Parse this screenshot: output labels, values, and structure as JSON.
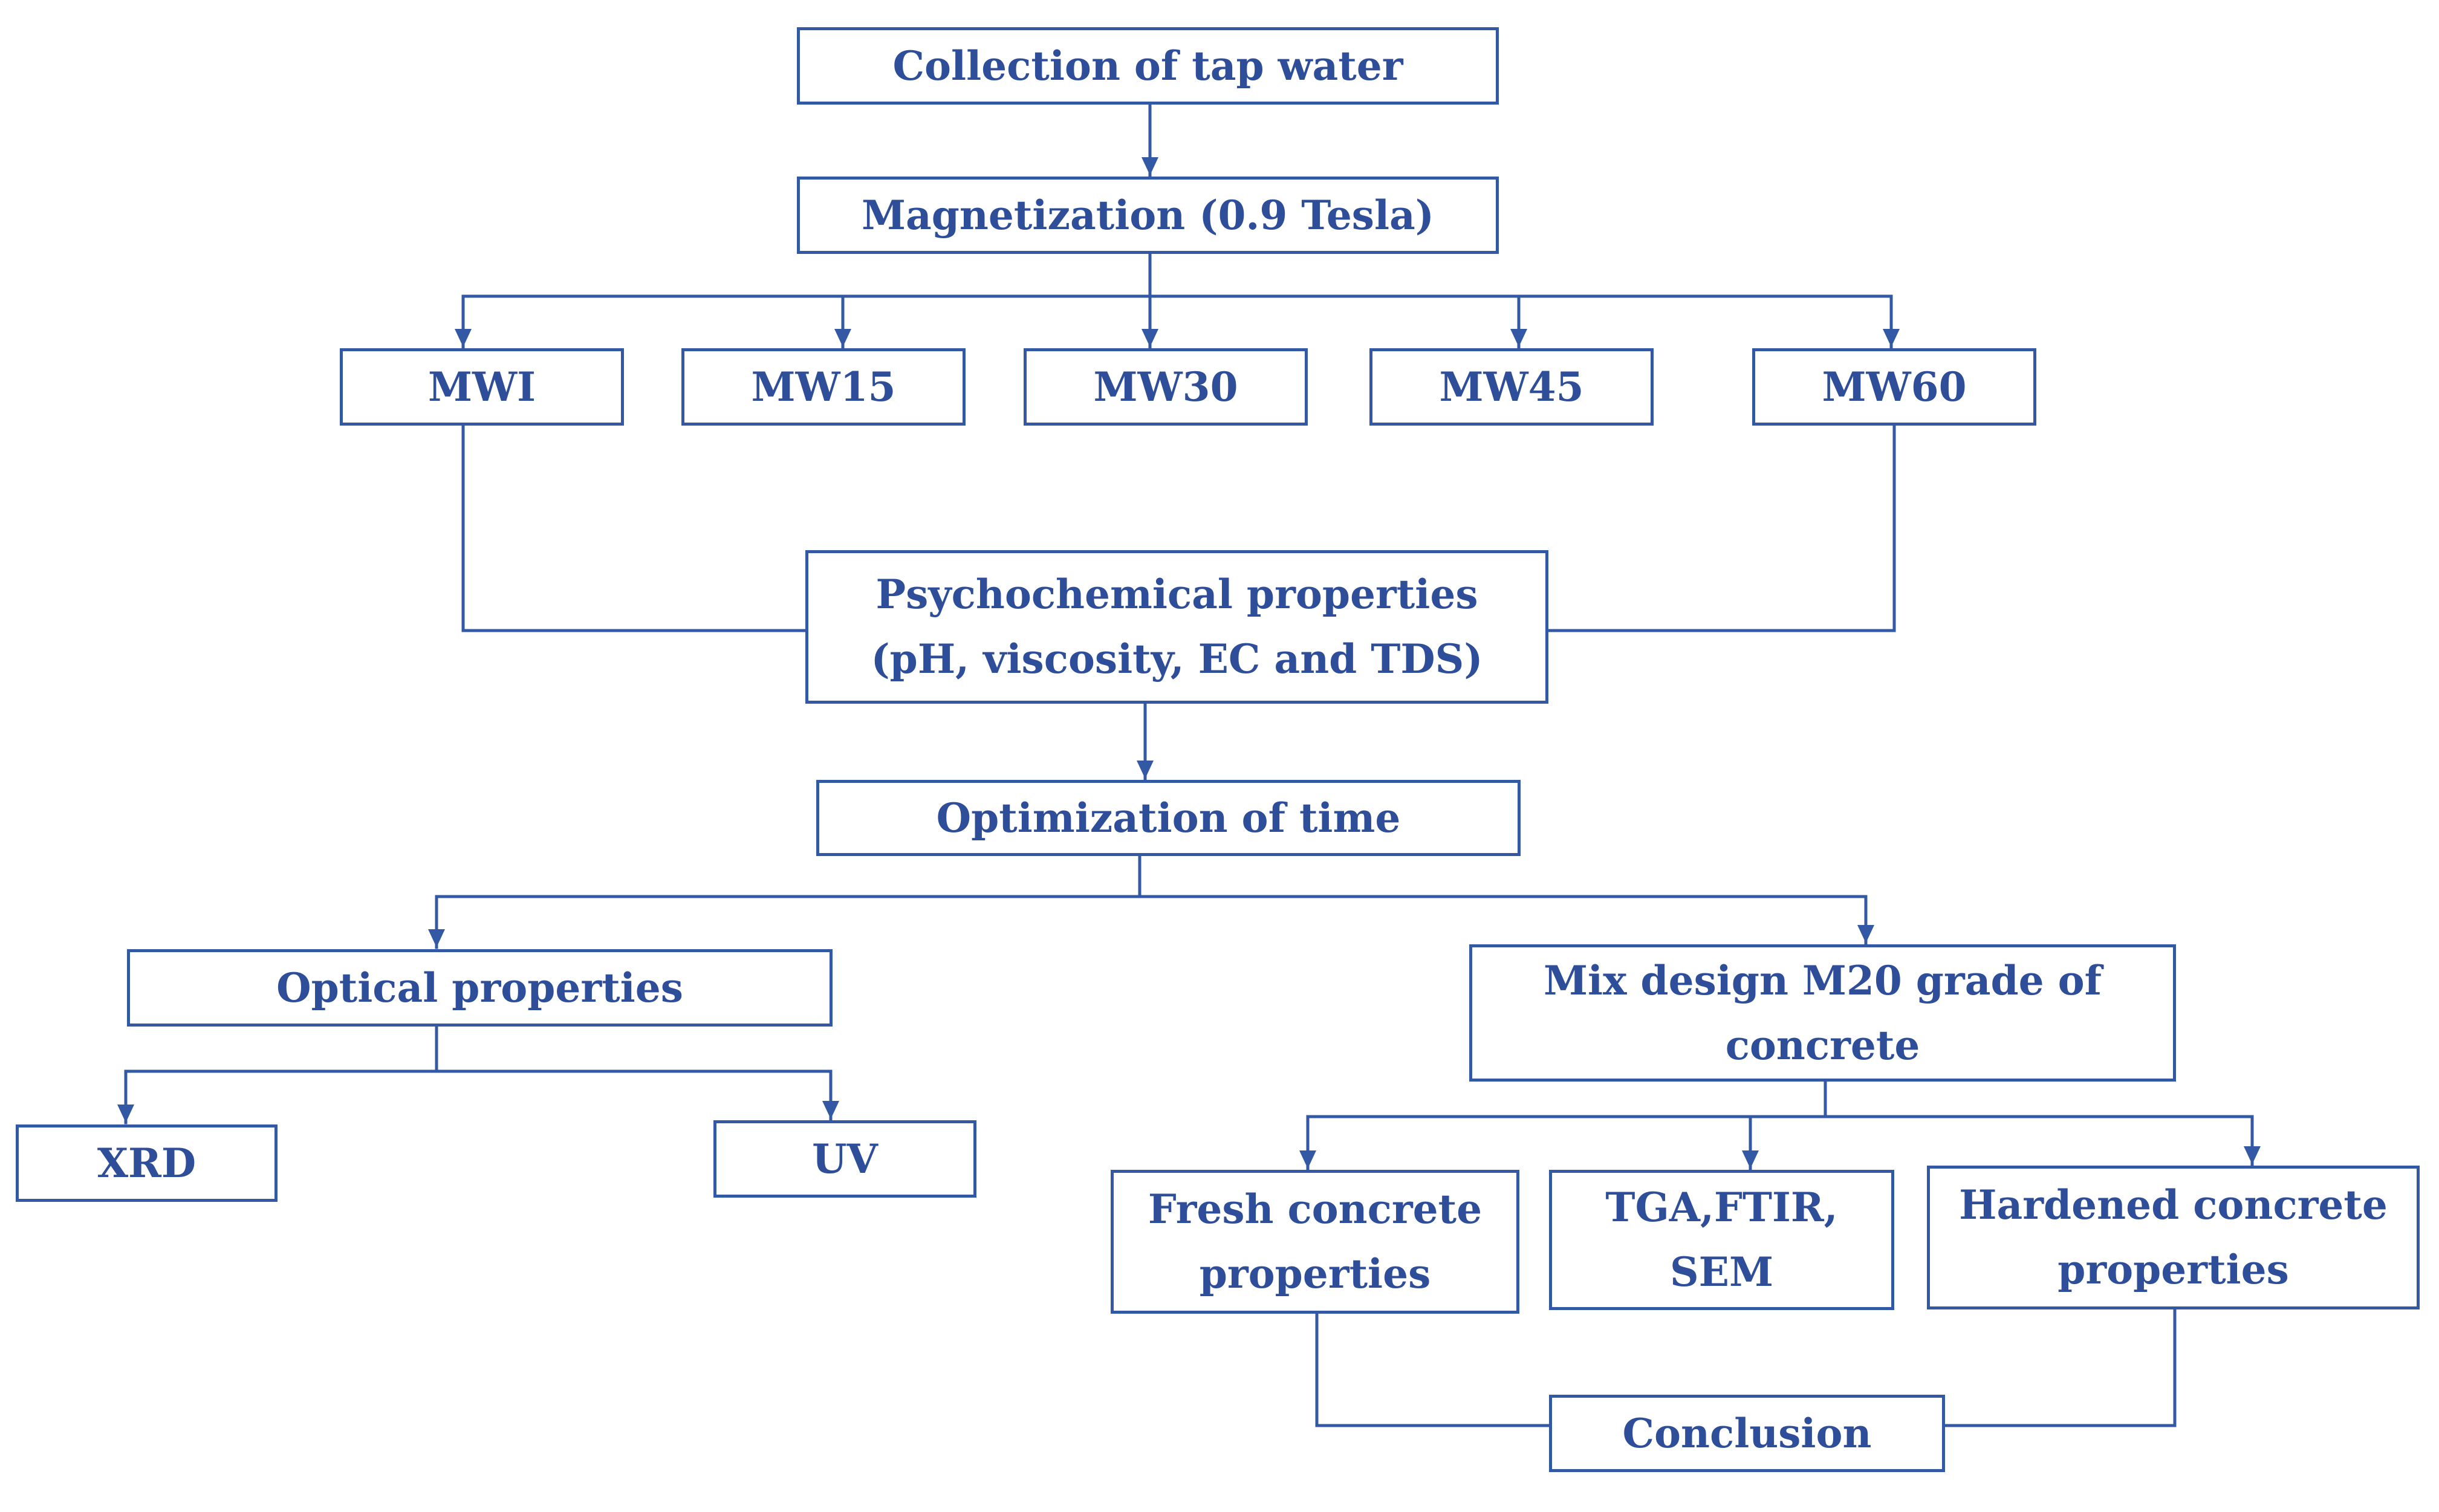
{
  "diagram": {
    "collection": "Collection of tap water",
    "magnetization": "Magnetization (0.9 Tesla)",
    "samples": [
      "MWI",
      "MW15",
      "MW30",
      "MW45",
      "MW60"
    ],
    "psychochemical_line1": "Psychochemical properties",
    "psychochemical_line2": "(pH, viscosity, EC and TDS)",
    "optimization": "Optimization of time",
    "optical": "Optical properties",
    "xrd": "XRD",
    "uv": "UV",
    "mix_line1": "Mix design M20 grade of",
    "mix_line2": "concrete",
    "fresh_line1": "Fresh concrete",
    "fresh_line2": "properties",
    "tga_line1": "TGA,FTIR,",
    "tga_line2": "SEM",
    "hardened_line1": "Hardened concrete",
    "hardened_line2": "properties",
    "conclusion": "Conclusion"
  },
  "colors": {
    "line": "#3358a4",
    "text": "#2e4e9a",
    "background": "#ffffff"
  }
}
